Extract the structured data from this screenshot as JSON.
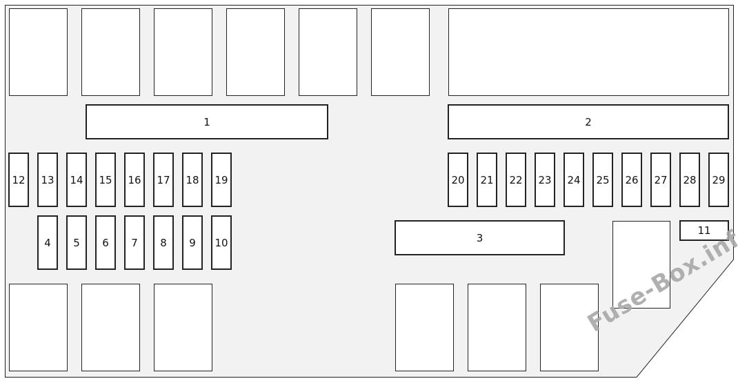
{
  "diagram": {
    "watermark": "Fuse-Box.info",
    "fuses": {
      "large_left": "1",
      "large_right": "2",
      "mid_wide": "3",
      "small_right": "11",
      "row_upper_left": [
        "12",
        "13",
        "14",
        "15",
        "16",
        "17",
        "18",
        "19"
      ],
      "row_lower_left": [
        "4",
        "5",
        "6",
        "7",
        "8",
        "9",
        "10"
      ],
      "row_upper_right": [
        "20",
        "21",
        "22",
        "23",
        "24",
        "25",
        "26",
        "27",
        "28",
        "29"
      ]
    }
  }
}
